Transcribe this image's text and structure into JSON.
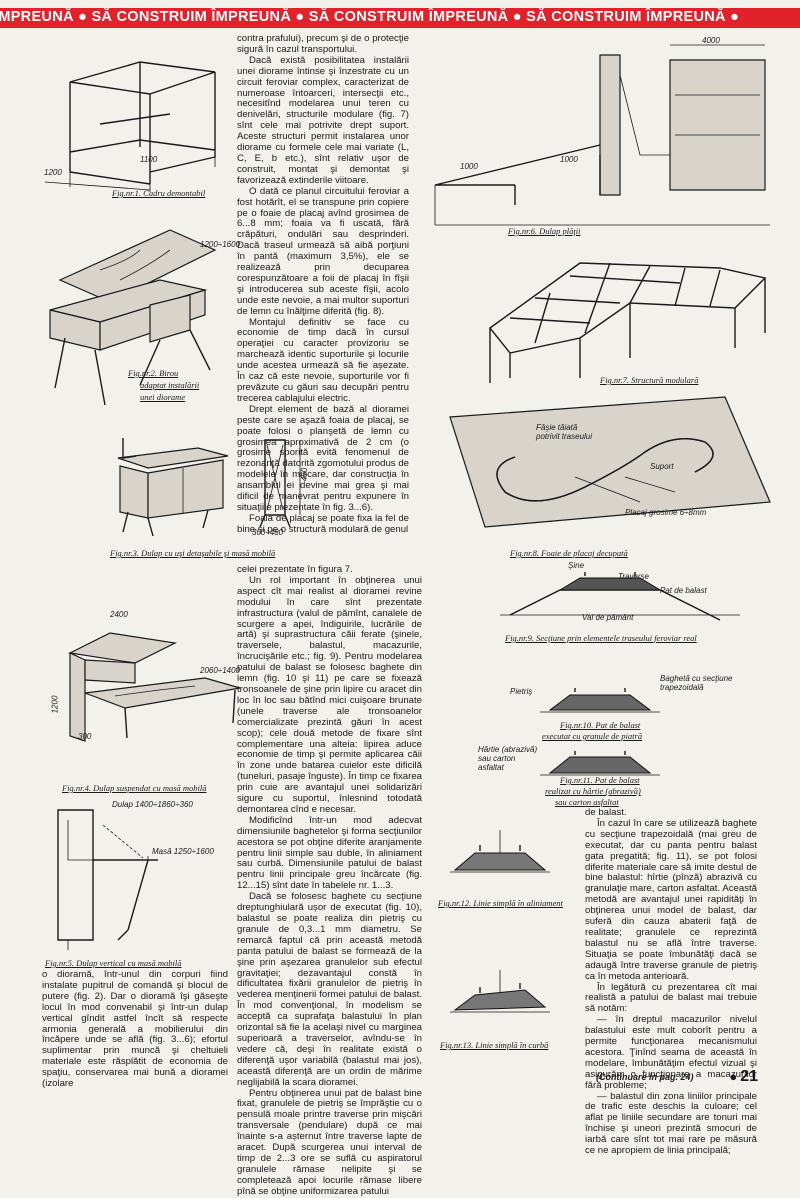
{
  "banner": {
    "text": "ÎMPREUNĂ ● SĂ CONSTRUIM ÎMPREUNĂ ● SĂ CONSTRUIM ÎMPREUNĂ ● SĂ CONSTRUIM ÎMPREUNĂ ●"
  },
  "captions": {
    "fig1": "Fig.nr.1. Cadru demontabil",
    "fig2_a": "Fig.nr.2. Birou",
    "fig2_b": "adaptat instalării",
    "fig2_c": "unei diorame",
    "fig3": "Fig.nr.3. Dulap cu uşi detaşabile şi masă mobilă",
    "fig4": "Fig.nr.4. Dulap suspendat cu masă mobilă",
    "fig5": "Fig.nr.5. Dulap vertical cu masă mobilă",
    "fig6": "Fig.nr.6. Dulap plăţii",
    "fig7": "Fig.nr.7. Structură modulară",
    "fig8": "Fig.nr.8. Foaie de placaj decupată",
    "fig9": "Fig.nr.9. Secţiune prin elementele traseului feroviar real",
    "fig10_a": "Fig.nr.10. Pat de balast",
    "fig10_b": "executat cu granule de piatră",
    "fig11_a": "Fig.nr.11. Pat de balast",
    "fig11_b": "realizat cu hârtie (abrazivă)",
    "fig11_c": "sau carton asfaltat",
    "fig12": "Fig.nr.12. Linie simplă în aliniament",
    "fig13": "Fig.nr.13. Linie simplă în curbă"
  },
  "labels": {
    "dim_1200": "1200",
    "dim_1100": "1100",
    "dim_1200_1600": "1200÷1600",
    "dim_450": "450",
    "dim_300_480": "300÷480",
    "dim_2400": "2400",
    "dim_2060_1400": "2060÷1400",
    "dim_1200b": "1200",
    "dim_300": "300",
    "dulap": "Dulap 1400÷1860÷360",
    "masa": "Masă 1250÷1600",
    "dim_4000": "4000",
    "dim_1000a": "1000",
    "dim_1000b": "1000",
    "fasie": "Fâşie tăiată potrivit traseului",
    "suport": "Suport",
    "placaj": "Placaj grosime 6÷8mm",
    "sine": "Şine",
    "traverse": "Traverse",
    "pat_balast": "Pat de balast",
    "val_pamant": "Val de pământ",
    "pietris": "Pietriş",
    "bagheta": "Baghetă cu secţiune trapezoidală",
    "hartie": "Hârtie (abrazivă) sau carton asfaltat"
  },
  "col1": {
    "p1": "contra prafului), precum şi de o protecţie sigură în cazul transportului.",
    "p2": "Dacă există posibilitatea instalării unei diorame întinse şi înzestrate cu un circuit feroviar complex, caracterizat de numeroase întoarceri, intersecţii etc., necesitînd modelarea unui teren cu denivelări, structurile modulare (fig. 7) sînt cele mai potrivite drept suport. Aceste structuri permit instalarea unor diorame cu formele cele mai variate (L, C, E, b etc.), sînt relativ ușor de construit, montat şi demontat şi favorizează extinderile viitoare.",
    "p3": "O dată ce planul circuitului feroviar a fost hotărît, el se transpune prin copiere pe o foaie de placaj avînd grosimea de 6...8 mm; foaia va fi uscată, fără crăpături, ondulări sau desprinderi. Dacă traseul urmează să aibă porţiuni în pantă (maximum 3,5%), ele se realizează prin decuparea corespunzătoare a foii de placaj în fîşii şi introducerea sub aceste fîşii, acolo unde este nevoie, a mai multor suporturi de lemn cu înălţime diferită (fig. 8).",
    "p4": "Montajul definitiv se face cu economie de timp dacă în cursul operaţiei cu caracter provizoriu se marchează identic suporturile şi locurile unde acestea urmează să fie așezate. În caz că este nevoie, suporturile vor fi prevăzute cu găuri sau decupări pentru trecerea cablajului electric.",
    "p5": "Drept element de bază al dioramei peste care se aşază foaia de placaj, se poate folosi o planşetă de lemn cu grosimea aproximativă de 2 cm (o grosime sporită evită fenomenul de rezonanţă datorită zgomotului produs de modelele în mişcare, dar construcţia în ansamblul ei devine mai grea şi mai dificil de manevrat pentru expunere în situaţiile prezentate în fig. 3...6).",
    "p6": "Foaia de placaj se poate fixa la fel de bine şi pe o structură modulară de genul"
  },
  "col2": {
    "p1": "celei prezentate în figura 7.",
    "p2": "Un rol important în obţinerea unui aspect cît mai realist al dioramei revine modului în care sînt prezentate infrastructura (valul de pămînt, canalele de scurgere a apei, îndiguirile, lucrările de artă) şi suprastructura căii ferate (şinele, traversele, balastul, macazurile, încrucişările etc.; fig. 9). Pentru modelarea patului de balast se folosesc baghete din lemn (fig. 10 şi 11) pe care se fixează tronsoanele de şine prin lipire cu aracet din loc în loc sau bătînd mici cuişoare brunate (unele traverse ale tronsoanelor comercializate prezintă găuri în acest scop); cele două metode de fixare sînt complementare una alteia: lipirea aduce economie de timp şi permite aplicarea căii în zone unde batarea cuielor este dificilă (tuneluri, pasaje înguste). În timp ce fixarea prin cuie are avantajul unei solidarizări sigure cu suportul, înlesnind totodată demontarea cînd e necesar.",
    "p3": "Modificînd într-un mod adecvat dimensiunile baghetelor şi forma secţiunilor acestora se pot obţine diferite aranjamente pentru linii simple sau duble, în aliniament sau curbă. Dimensiunile patului de balast pentru linii principale greu încărcate (fig. 12...15) sînt date în tabelele nr. 1...3.",
    "p4": "Dacă se folosesc baghete cu secţiune dreptunghiulară ușor de executat (fig. 10), balastul se poate realiza din pietriş cu granule de 0,3...1 mm diametru. Se remarcă faptul că prin această metodă panta patului de balast se formează de la şine prin aşezarea granulelor sub efectul gravitaţiei; dezavantajul constă în dificultatea fixării granulelor de pietriş în vederea menţinerii formei patului de balast. În mod convenţional, în modelism se acceptă ca suprafaţa balastului în plan orizontal să fie la acelaşi nivel cu marginea superioară a traverselor, avîndu-se în vedere că, deşi în realitate există o diferenţă uşor variabilă (balastul mai jos), această diferenţă are un ordin de mărime neglijabilă la scara dioramei.",
    "p5": "Pentru obţinerea unui pat de balast bine fixat, granulele de pietriş se împrăştie cu o pensulă moale printre traverse prin mişcări transversale (pendulare) după ce mai înainte s-a așternut între traverse lapte de aracet. După scurgerea unui interval de timp de 2...3 ore se suflă cu aspiratorul granulele rămase nelipite şi se completează apoi locurile rămase libere pînă se obţine uniformizarea patului"
  },
  "col3": {
    "p1": "de balast.",
    "p2": "În cazul în care se utilizează baghete cu secţiune trapezoidală (mai greu de executat, dar cu panta pentru balast gata pregatită; fig. 11), se pot folosi diferite materiale care să imite destul de bine balastul: hîrtie (pînză) abrazivă cu granulaţie mare, carton asfaltat. Această metodă are avantajul unei rapidităţi în obţinerea unui model de balast, dar suferă din cauza abaterii faţă de realitate; granulele ce reprezintă balastul nu se află între traverse. Situaţia se poate îmbunătăţi dacă se adaugă între traverse granule de pietriş ca în metoda anterioară.",
    "p3": "În legătură cu prezentarea cît mai realistă a patului de balast mai trebuie să notăm:",
    "p4": "— în dreptul macazurilor nivelul balastului este mult coborît pentru a permite funcţionarea mecanismului acestora. Ţinînd seama de această în modelare, îmbunătăţim efectul vizual şi asigurăm o funcţionare a macazurilor fără probleme;",
    "p5": "— balastul din zona liniilor principale de trafic este deschis la culoare; cel aflat pe liniile secundare are tonuri mai închise şi uneori prezintă smocuri de iarbă care sînt tot mai rare pe măsură ce ne apropiem de linia principală;"
  },
  "col_bottom_left": {
    "p1": "o dioramă, într-unul din corpuri fiind instalate pupitrul de comandă şi blocul de putere (fig. 2). Dar o dioramă îşi găseşte locul în mod convenabil şi într-un dulap vertical gîndit astfel încît să respecte armonia generală a mobilierului din încăpere unde se află (fig. 3...6); efortul suplimentar prin muncă şi cheltuieli materiale este răsplătit de economia de spaţiu, conservarea mai bună a dioramei (izolare"
  },
  "continuation": "(Continuare în pag. 24)",
  "page_number": "21"
}
